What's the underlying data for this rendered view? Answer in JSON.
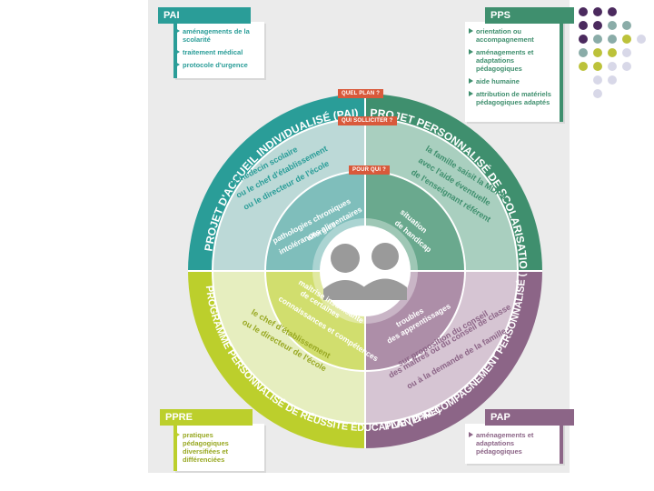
{
  "colors": {
    "pai": "#2a9d98",
    "pps": "#3f8f6e",
    "ppre": "#bccf2c",
    "pap": "#8c6587",
    "tag": "#d9593b",
    "pai_light": "#bcd9d7",
    "pps_light": "#a9cfbf",
    "ppre_light": "#e6eebf",
    "pap_light": "#d6c5d3"
  },
  "tags": {
    "quel_plan": "QUEL PLAN ?",
    "qui_solliciter": "QUI SOLLICITER ?",
    "pour_qui": "POUR QUI ?"
  },
  "cards": {
    "pai": {
      "head": "PAI",
      "items": [
        "aménagements de la scolarité",
        "traitement médical",
        "protocole d'urgence"
      ]
    },
    "pps": {
      "head": "PPS",
      "items": [
        "orientation ou accompagnement",
        "aménagements et adaptations pédagogiques",
        "aide humaine",
        "attribution de matériels pédagogiques adaptés"
      ]
    },
    "ppre": {
      "head": "PPRE",
      "items": [
        "pratiques pédagogiques diversifiées et différenciées"
      ]
    },
    "pap": {
      "head": "PAP",
      "items": [
        "aménagements et adaptations pédagogiques"
      ]
    }
  },
  "ring": {
    "pai": "PROJET D'ACCUEIL INDIVIDUALISÉ (PAI)",
    "pps": "PROJET PERSONNALISÉ DE SCOLARISATION (PPS)",
    "ppre": "PROGRAMME PERSONNALISÉ DE RÉUSSITE ÉDUCATIVE (PPRE)",
    "pap": "PLAN D'ACCOMPAGNEMENT PERSONNALISÉ (PAP)"
  },
  "who": {
    "pai": [
      "le médecin scolaire",
      "ou le chef d'établissement",
      "ou le directeur de l'école"
    ],
    "pps": [
      "la famille saisit la MDPH",
      "avec l'aide éventuelle",
      "de l'enseignant référent"
    ],
    "ppre": [
      "le chef d'établissement",
      "ou le directeur de l'école"
    ],
    "pap": [
      "sur proposition du conseil",
      "des maîtres ou du conseil de classe",
      "ou à la demande de la famille"
    ]
  },
  "for_whom": {
    "pai": [
      "pathologies chroniques",
      "intolérances alimentaires",
      "allergies"
    ],
    "pps": [
      "situation",
      "de handicap"
    ],
    "ppre": [
      "maîtrise insuffisante",
      "de certaines",
      "connaissances et compétences"
    ],
    "pap": [
      "troubles",
      "des apprentissages"
    ]
  }
}
